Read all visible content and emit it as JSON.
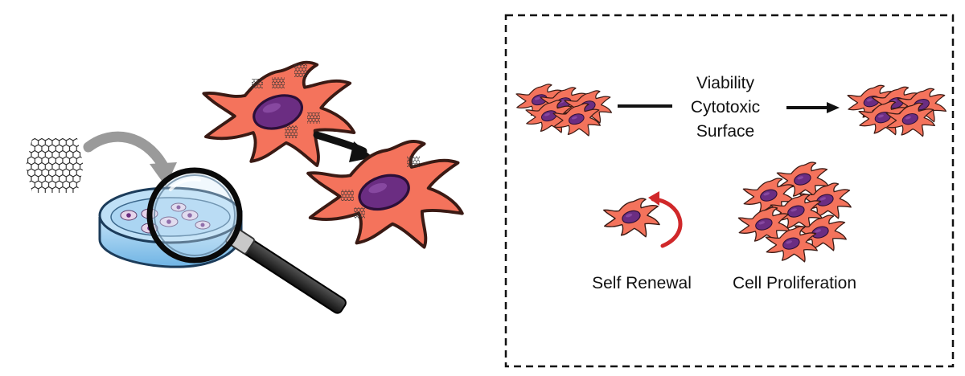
{
  "center_labels": {
    "line1": "Viability",
    "line2": "Cytotoxic",
    "line3": "Surface"
  },
  "self_renewal_label": "Self Renewal",
  "cell_proliferation_label": "Cell Proliferation",
  "icons": {
    "graphene_sheet": "graphene-icon",
    "petri_dish": "petri-dish-icon",
    "magnifying_glass": "magnifier-icon",
    "stem_cell": "cell-icon",
    "cycle_arrow": "cycle-arrow-icon"
  },
  "colors": {
    "cell_body": "#f4735c",
    "cell_outline": "#3a1a14",
    "nucleus": "#6b2d82",
    "dish_blue": "#8fc8ee",
    "renewal_arrow": "#d0282a",
    "graphene": "#222222",
    "box_border": "#111111"
  }
}
